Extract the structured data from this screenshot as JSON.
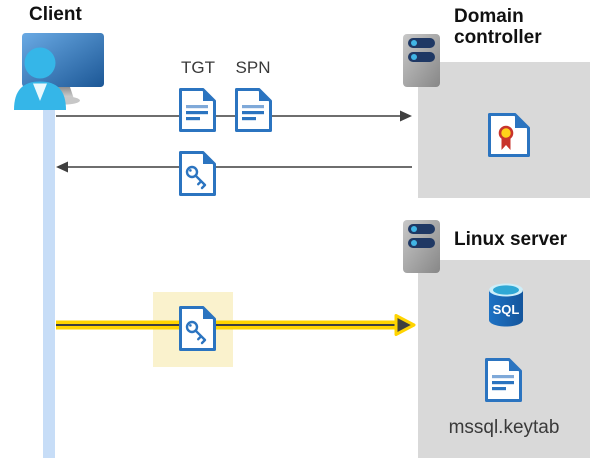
{
  "colors": {
    "doc_blue": "#2b74c0",
    "accent_yellow": "#ffd400",
    "highlight_yellow": "#faf2cd",
    "box_gray": "#d9d9d9",
    "client_band_blue": "#c7ddf7",
    "arrow_gray": "#3f3f3f",
    "server_navy": "#1f3864",
    "server_dot_cyan": "#41b5e5",
    "person_cyan": "#35b6e8",
    "cert_seal_yellow": "#ffd21a",
    "cert_seal_red": "#c8342c"
  },
  "client": {
    "label": "Client"
  },
  "flows": {
    "tgt_label": "TGT",
    "spn_label": "SPN"
  },
  "domain_controller": {
    "label": "Domain controller"
  },
  "linux_server": {
    "label": "Linux server",
    "sql_text": "SQL",
    "keytab_label": "mssql.keytab"
  }
}
